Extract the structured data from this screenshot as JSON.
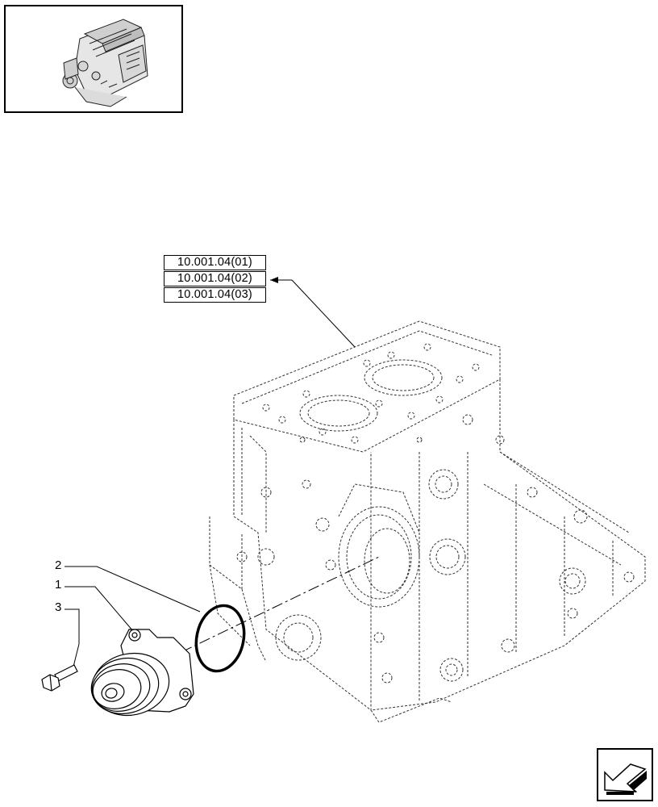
{
  "thumbnail": {
    "icon": "engine-icon"
  },
  "references": [
    {
      "label": "10.001.04(01)"
    },
    {
      "label": "10.001.04(02)"
    },
    {
      "label": "10.001.04(03)"
    }
  ],
  "callouts": [
    {
      "label": "2"
    },
    {
      "label": "1"
    },
    {
      "label": "3"
    }
  ],
  "navigation": {
    "icon": "next-page-arrow-icon"
  }
}
